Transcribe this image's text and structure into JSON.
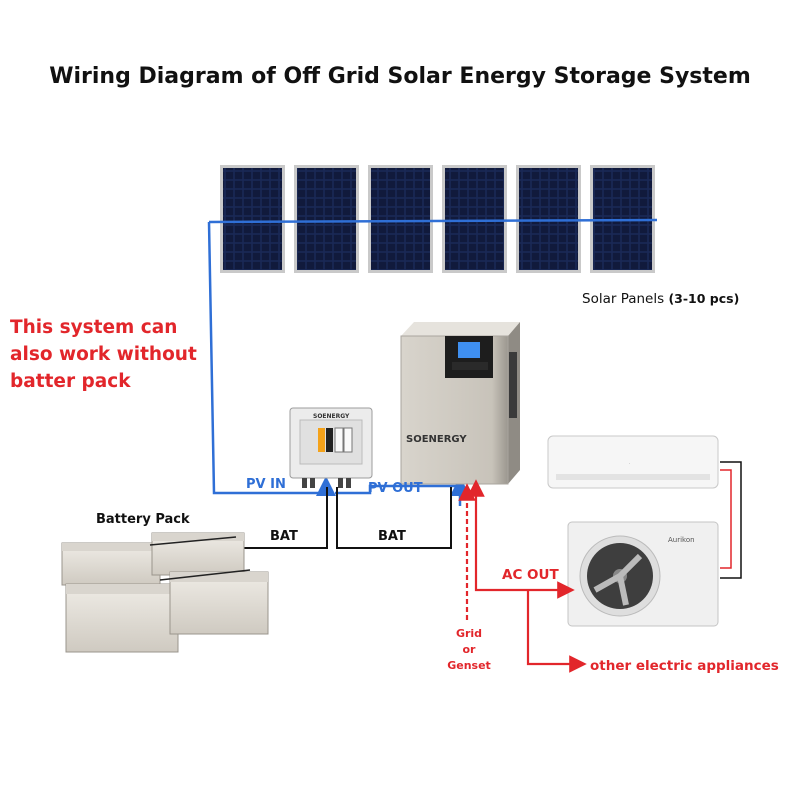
{
  "title": "Wiring Diagram of Off Grid Solar Energy Storage System",
  "note": "This system can also work without batter pack",
  "solar_panels": {
    "label": "Solar Panels",
    "count": "(3-10 pcs)",
    "panel_count": 6
  },
  "battery_pack": {
    "label": "Battery Pack"
  },
  "wiring": {
    "pv_in": "PV IN",
    "pv_out": "PV OUT",
    "bat_1": "BAT",
    "bat_2": "BAT",
    "ac_out": "AC OUT",
    "grid": "Grid",
    "or": "or",
    "genset": "Genset",
    "other_appliances": "other electric appliances"
  },
  "device_brand": "SOENERGY",
  "ac_brand": "Aurikon",
  "colors": {
    "dc_wire": "#2f6fd6",
    "ac_wire": "#e2262b",
    "bat_wire": "#111111",
    "panel_cell": "#15204a",
    "title": "#111111",
    "note": "#e2262b"
  }
}
